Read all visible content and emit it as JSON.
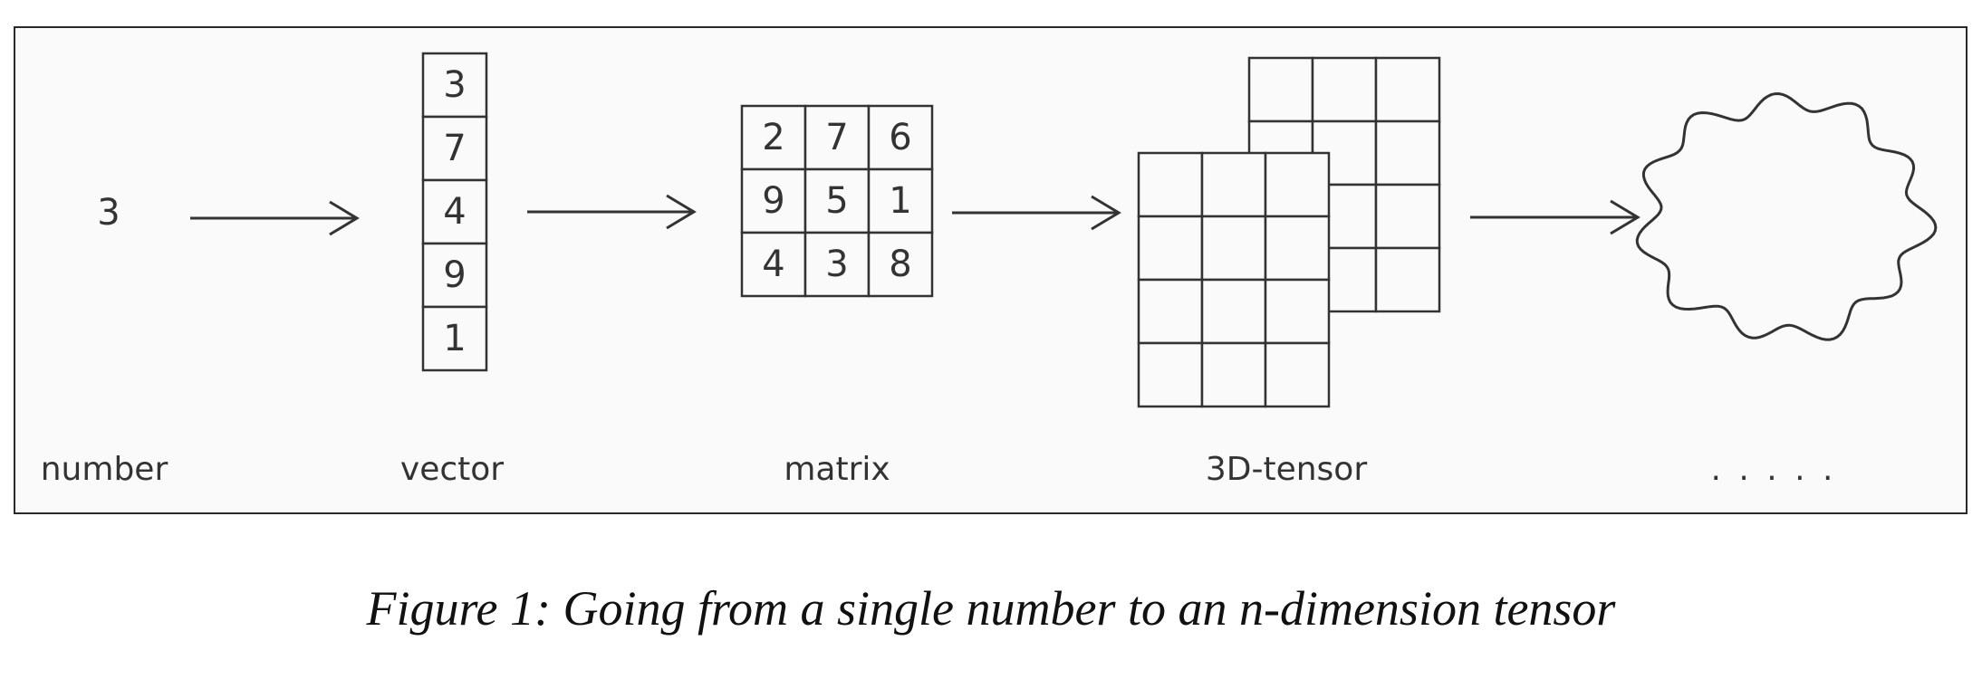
{
  "diagram": {
    "labels": {
      "number": "number",
      "vector": "vector",
      "matrix": "matrix",
      "tensor": "3D-tensor",
      "ellipsis": ". . . . ."
    },
    "number": {
      "value": "3"
    },
    "vector": {
      "values": [
        "3",
        "7",
        "4",
        "9",
        "1"
      ]
    },
    "matrix": {
      "rows": [
        [
          "2",
          "7",
          "6"
        ],
        [
          "9",
          "5",
          "1"
        ],
        [
          "4",
          "3",
          "8"
        ]
      ]
    },
    "tensor": {
      "layers": 2,
      "rows": 4,
      "cols": 3
    }
  },
  "caption": "Figure 1: Going from a single number to an n-dimension tensor"
}
